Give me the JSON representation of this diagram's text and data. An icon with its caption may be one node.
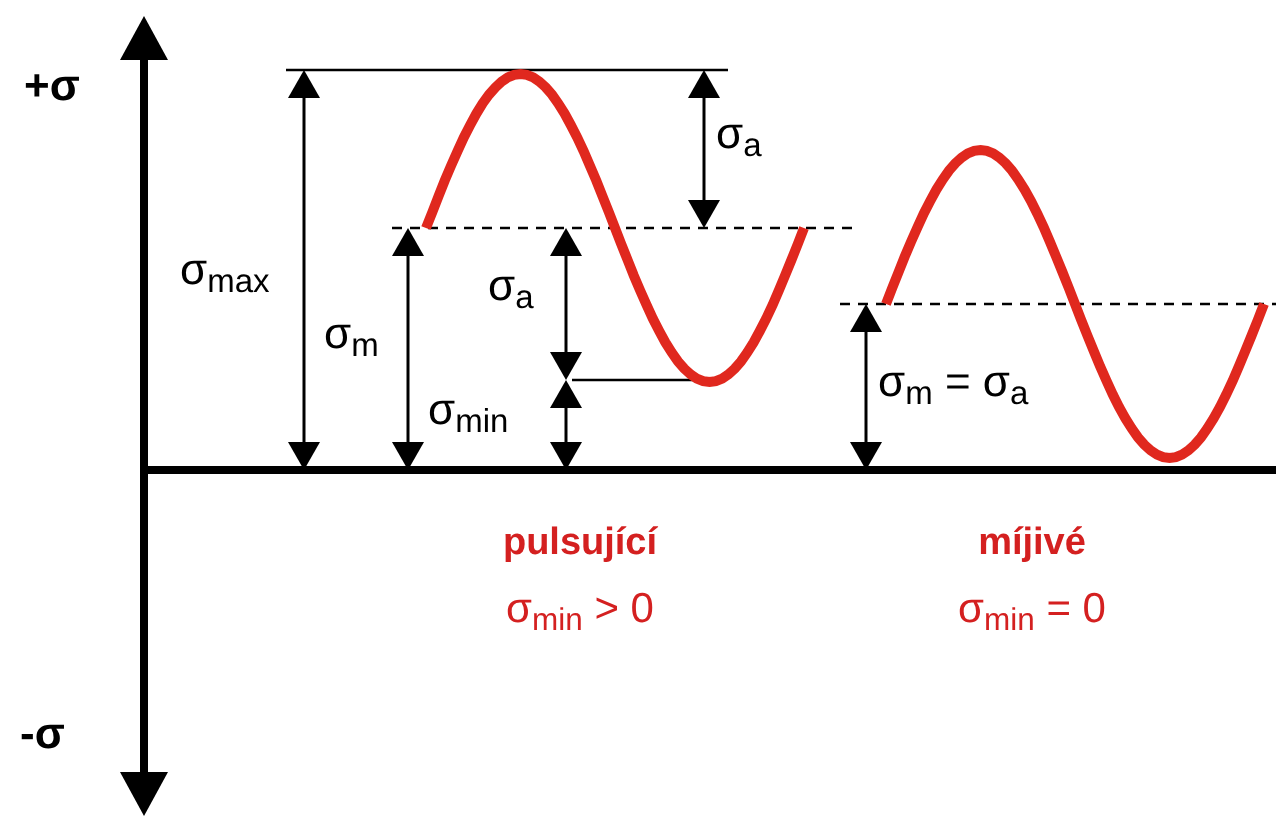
{
  "diagram": {
    "labels": [
      "+σ",
      "σ$_{a}$",
      "σ$_{max}$",
      "σ$_{a}$",
      "σ$_{m}$",
      "σ$_{m}$ = σ$_{a}$",
      "σ$_{min}$",
      "pulsující",
      "míjivé",
      "σ$_{min}$ > 0",
      "σ$_{min}$ = 0",
      "-σ"
    ]
  }
}
